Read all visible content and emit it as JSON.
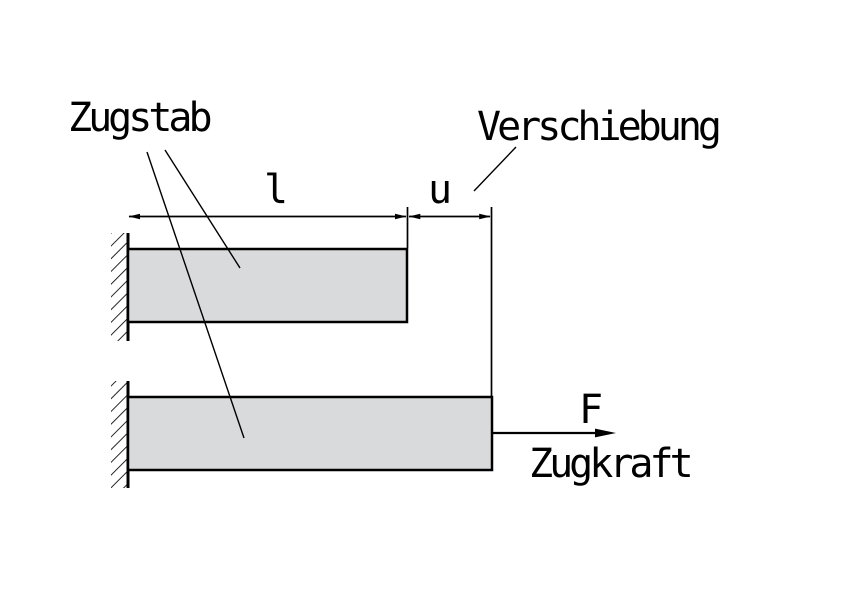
{
  "diagram": {
    "title_none": "",
    "labels": {
      "rod": "Zugstab",
      "displacement": "Verschiebung",
      "length_symbol": "l",
      "displacement_symbol": "u",
      "force_symbol": "F",
      "force_name": "Zugkraft"
    },
    "colors": {
      "line": "#000000",
      "bar_fill": "#d9dadb",
      "background": "#ffffff"
    }
  }
}
